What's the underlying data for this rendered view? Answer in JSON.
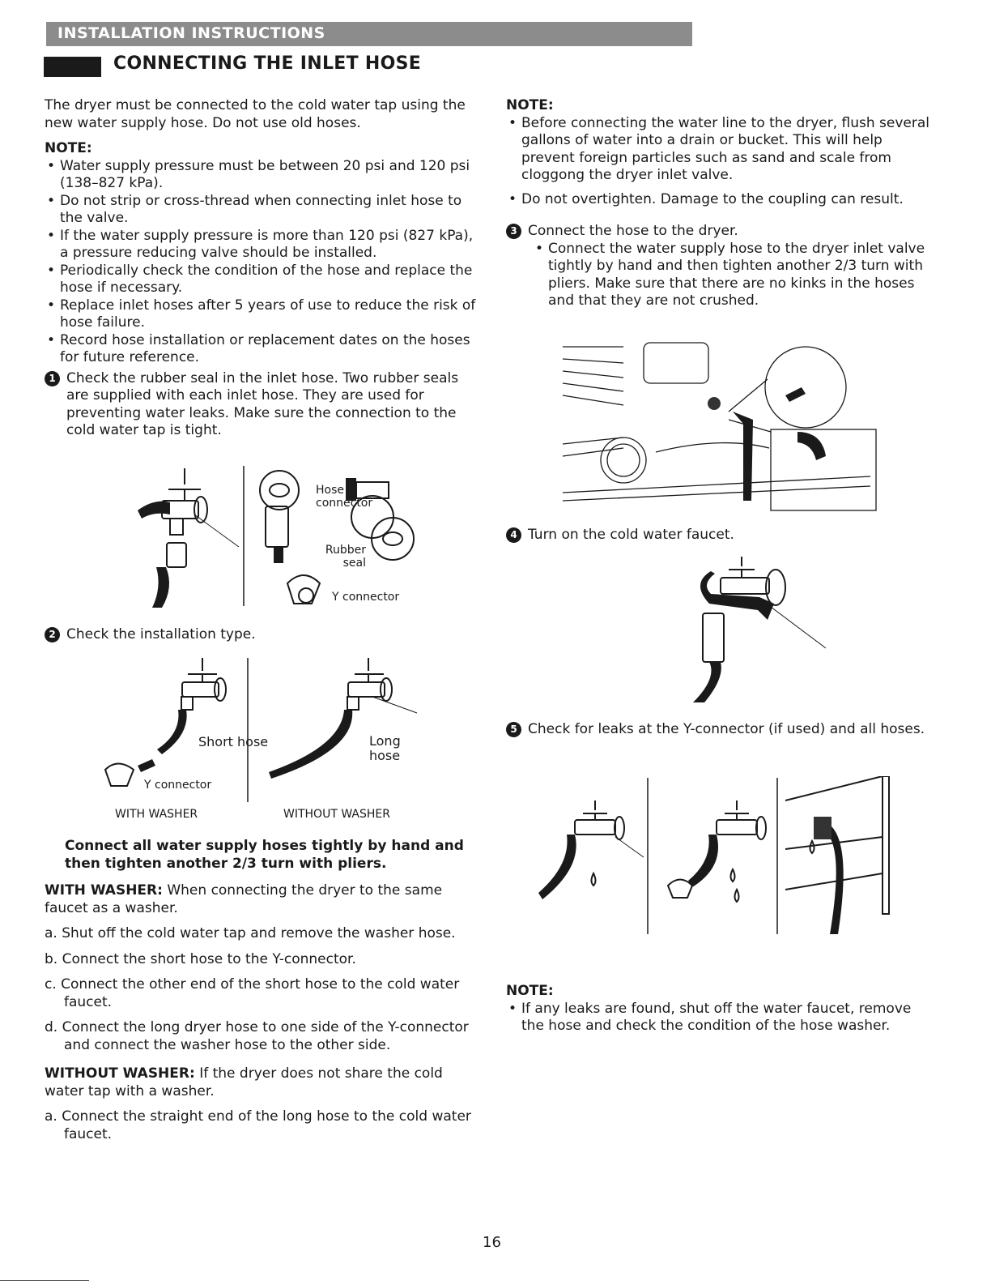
{
  "header": "INSTALLATION INSTRUCTIONS",
  "section_title": "CONNECTING THE INLET HOSE",
  "intro": "The dryer must be connected to the cold water tap using the new water supply hose. Do not use old hoses.",
  "note_label": "NOTE:",
  "left_notes": [
    "Water supply pressure must be between 20 psi and 120 psi (138–827 kPa).",
    "Do not strip or cross-thread when connecting inlet hose to the valve.",
    "If the water supply pressure is more than 120 psi (827 kPa), a pressure reducing valve should be installed.",
    "Periodically check the condition of the hose and replace the hose if necessary.",
    "Replace inlet hoses after 5 years of use to reduce the risk of hose failure.",
    "Record hose installation or replacement dates on the hoses for future reference."
  ],
  "step1": {
    "num": "1",
    "text": "Check the rubber seal in the inlet hose. Two rubber seals are supplied with each inlet hose. They are used for preventing water leaks. Make sure the connection to the cold water tap is tight."
  },
  "fig1_labels": {
    "hose_connector": "Hose connector",
    "rubber_seal": "Rubber seal",
    "y_connector": "Y connector"
  },
  "step2": {
    "num": "2",
    "text": "Check the installation type."
  },
  "fig2_labels": {
    "short_hose": "Short hose",
    "long_hose": "Long hose",
    "y_connector": "Y connector",
    "with_washer": "WITH WASHER",
    "without_washer": "WITHOUT WASHER"
  },
  "bold_instruction": "Connect all water supply hoses tightly by hand and then tighten another 2/3 turn with pliers.",
  "with_washer": {
    "label": "WITH WASHER:",
    "text": "When connecting the dryer to the same faucet as a washer.",
    "items": [
      "a. Shut off the cold water tap and remove the washer hose.",
      "b. Connect the short hose to the Y-connector.",
      "c. Connect the other end of the short hose to the cold water faucet.",
      "d. Connect the long dryer hose to one side of the Y-connector and connect the washer hose to the other side."
    ]
  },
  "without_washer": {
    "label": "WITHOUT WASHER:",
    "text": "If the dryer does not share the cold water tap with a washer.",
    "items": [
      "a. Connect the straight end of the long hose to the cold water faucet."
    ]
  },
  "right_notes": [
    "Before connecting the water line to the dryer, flush several gallons of water into a drain or bucket. This will help prevent foreign particles such as sand and scale from cloggong the dryer inlet valve.",
    "Do not overtighten. Damage to the coupling can result."
  ],
  "step3": {
    "num": "3",
    "text": "Connect the hose to the dryer.",
    "sub": "Connect the water supply hose to the dryer inlet valve tightly by hand and then tighten another 2/3 turn with pliers. Make sure that there are no kinks in the hoses and that they are not crushed."
  },
  "step4": {
    "num": "4",
    "text": "Turn on the cold water faucet."
  },
  "step5": {
    "num": "5",
    "text": "Check for leaks at the Y-connector (if used) and all hoses."
  },
  "final_note": "If any leaks are found, shut off the water faucet, remove the hose and check the condition of the hose washer.",
  "page_number": "16"
}
